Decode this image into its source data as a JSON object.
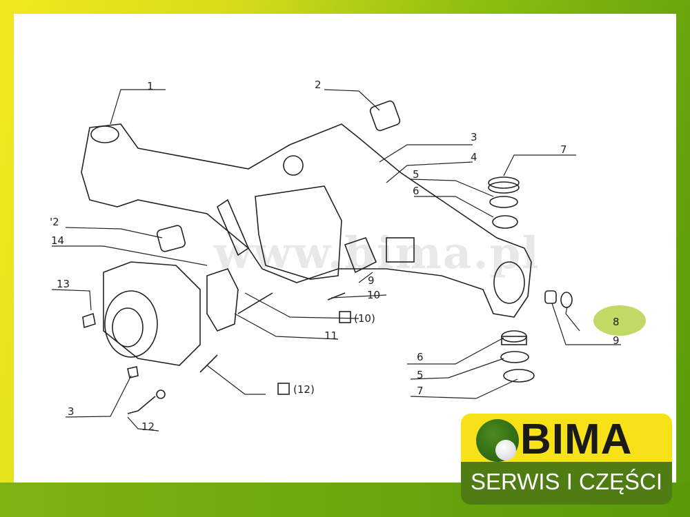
{
  "diagram": {
    "watermark": "www.bima.pl",
    "labels": {
      "p1": "1",
      "p2": "2",
      "p3": "3",
      "p4": "4",
      "p5a": "5",
      "p6a": "6",
      "p7a": "7",
      "p2b": "'2",
      "p14": "14",
      "p13": "13",
      "p9a": "9",
      "p10": "10",
      "p10b": "(10)",
      "p11": "11",
      "p12b": "(12)",
      "p3b": "3",
      "p12": "12",
      "p6b": "6",
      "p5b": "5",
      "p7b": "7",
      "p8": "8",
      "p9b": "9"
    },
    "highlight_color": "#b6d24a"
  },
  "logo": {
    "name": "BIMA",
    "tagline": "SERWIS I CZĘŚCI",
    "colors": {
      "yellow": "#f7e21a",
      "green": "#4f7d14"
    }
  }
}
